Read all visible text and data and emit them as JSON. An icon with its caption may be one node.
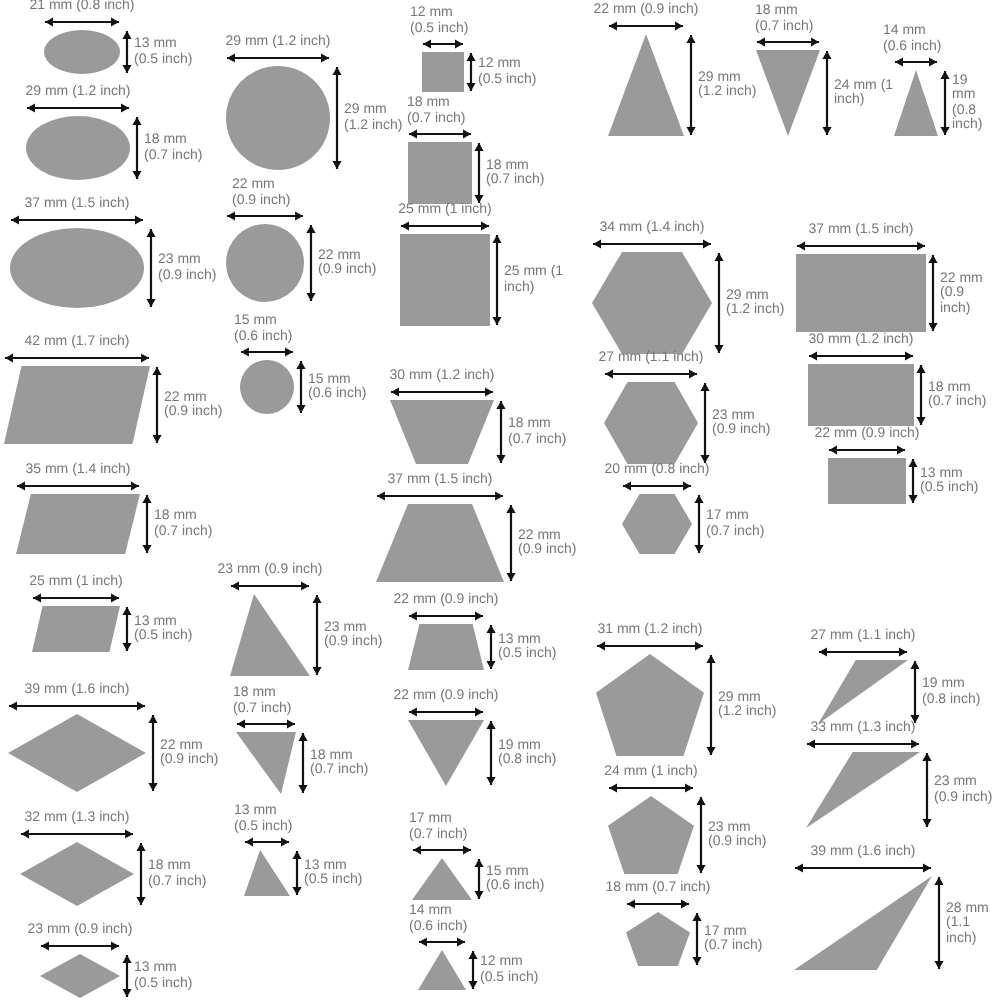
{
  "diagram": {
    "nodes": [
      {
        "text": [],
        "shape": "ellipse",
        "beside": [
          "21 mm (0.8 inch)",
          "13 mm (0.5 inch)"
        ]
      },
      {
        "text": [],
        "shape": "ellipse",
        "beside": [
          "29 mm (1.2 inch)",
          "18 mm (0.7 inch)"
        ]
      },
      {
        "text": [],
        "shape": "ellipse",
        "beside": [
          "37 mm (1.5 inch)",
          "23 mm (0.9 inch)"
        ]
      },
      {
        "text": [],
        "shape": "parallelogram",
        "beside": [
          "42 mm (1.7 inch)",
          "22 mm (0.9 inch)"
        ]
      },
      {
        "text": [],
        "shape": "parallelogram",
        "beside": [
          "35 mm (1.4 inch)",
          "18 mm (0.7 inch)"
        ]
      },
      {
        "text": [],
        "shape": "parallelogram",
        "beside": [
          "25 mm (1 inch)",
          "13 mm (0.5 inch)"
        ]
      },
      {
        "text": [],
        "shape": "rhombus",
        "beside": [
          "39 mm (1.6 inch)",
          "22 mm (0.9 inch)"
        ]
      },
      {
        "text": [],
        "shape": "rhombus",
        "beside": [
          "32 mm (1.3 inch)",
          "18 mm (0.7 inch)"
        ]
      },
      {
        "text": [],
        "shape": "rhombus",
        "beside": [
          "23 mm (0.9 inch)",
          "13 mm (0.5 inch)"
        ]
      },
      {
        "text": [],
        "shape": "circle",
        "beside": [
          "29 mm (1.2 inch)",
          "29 mm (1.2 inch)"
        ]
      },
      {
        "text": [],
        "shape": "circle",
        "beside": [
          "22 mm (0.9 inch)",
          "22 mm (0.9 inch)"
        ]
      },
      {
        "text": [],
        "shape": "circle",
        "beside": [
          "15 mm (0.6 inch)",
          "15 mm (0.6 inch)"
        ]
      },
      {
        "text": [],
        "shape": "triangle",
        "beside": [
          "23 mm (0.9 inch)",
          "23 mm (0.9 inch)"
        ]
      },
      {
        "text": [],
        "shape": "triangle",
        "beside": [
          "18 mm (0.7 inch)",
          "18 mm (0.7 inch)"
        ]
      },
      {
        "text": [],
        "shape": "triangle",
        "beside": [
          "13 mm (0.5 inch)",
          "13 mm (0.5 inch)"
        ]
      },
      {
        "text": [],
        "shape": "square",
        "beside": [
          "12 mm (0.5 inch)",
          "12 mm (0.5 inch)"
        ]
      },
      {
        "text": [],
        "shape": "square",
        "beside": [
          "18 mm (0.7 inch)",
          "18 mm (0.7 inch)"
        ]
      },
      {
        "text": [],
        "shape": "square",
        "beside": [
          "25 mm (1 inch)",
          "25 mm (1 inch)"
        ]
      },
      {
        "text": [],
        "shape": "trapezoid",
        "beside": [
          "30 mm (1.2 inch)",
          "18 mm (0.7 inch)"
        ]
      },
      {
        "text": [],
        "shape": "trapezoid",
        "beside": [
          "37 mm (1.5 inch)",
          "22 mm (0.9 inch)"
        ]
      },
      {
        "text": [],
        "shape": "trapezoid",
        "beside": [
          "22 mm (0.9 inch)",
          "13 mm (0.5 inch)"
        ]
      },
      {
        "text": [],
        "shape": "triangle",
        "beside": [
          "22 mm (0.9 inch)",
          "19 mm (0.8 inch)"
        ]
      },
      {
        "text": [],
        "shape": "triangle",
        "beside": [
          "17 mm (0.7 inch)",
          "15 mm (0.6 inch)"
        ]
      },
      {
        "text": [],
        "shape": "triangle",
        "beside": [
          "14 mm (0.6 inch)",
          "12 mm (0.5 inch)"
        ]
      },
      {
        "text": [],
        "shape": "triangle",
        "beside": [
          "22 mm (0.9 inch)",
          "29 mm (1.2 inch)"
        ]
      },
      {
        "text": [],
        "shape": "triangle",
        "beside": [
          "18 mm (0.7 inch)",
          "24 mm (1 inch)"
        ]
      },
      {
        "text": [],
        "shape": "triangle",
        "beside": [
          "14 mm (0.6 inch)",
          "19 mm (0.8 inch)"
        ]
      },
      {
        "text": [],
        "shape": "hexagon",
        "beside": [
          "34 mm (1.4 inch)",
          "29 mm (1.2 inch)"
        ]
      },
      {
        "text": [],
        "shape": "hexagon",
        "beside": [
          "27 mm (1.1 inch)",
          "23 mm (0.9 inch)"
        ]
      },
      {
        "text": [],
        "shape": "hexagon",
        "beside": [
          "20 mm (0.8 inch)",
          "17 mm (0.7 inch)"
        ]
      },
      {
        "text": [],
        "shape": "rectangle",
        "beside": [
          "37 mm (1.5 inch)",
          "22 mm (0.9 inch)"
        ]
      },
      {
        "text": [],
        "shape": "rectangle",
        "beside": [
          "30 mm (1.2 inch)",
          "18 mm (0.7 inch)"
        ]
      },
      {
        "text": [],
        "shape": "rectangle",
        "beside": [
          "22 mm (0.9 inch)",
          "13 mm (0.5 inch)"
        ]
      },
      {
        "text": [],
        "shape": "pentagon",
        "beside": [
          "31 mm (1.2 inch)",
          "29 mm (1.2 inch)"
        ]
      },
      {
        "text": [],
        "shape": "pentagon",
        "beside": [
          "24 mm (1 inch)",
          "23 mm (0.9 inch)"
        ]
      },
      {
        "text": [],
        "shape": "pentagon",
        "beside": [
          "18 mm (0.7 inch)",
          "17 mm (0.7 inch)"
        ]
      },
      {
        "text": [],
        "shape": "triangle",
        "beside": [
          "27 mm (1.1 inch)",
          "19 mm (0.8 inch)"
        ]
      },
      {
        "text": [],
        "shape": "triangle",
        "beside": [
          "33 mm (1.3 inch)",
          "23 mm (0.9 inch)"
        ]
      },
      {
        "text": [],
        "shape": "triangle",
        "beside": [
          "39 mm (1.6 inch)",
          "28 mm (1.1 inch)"
        ]
      }
    ]
  }
}
